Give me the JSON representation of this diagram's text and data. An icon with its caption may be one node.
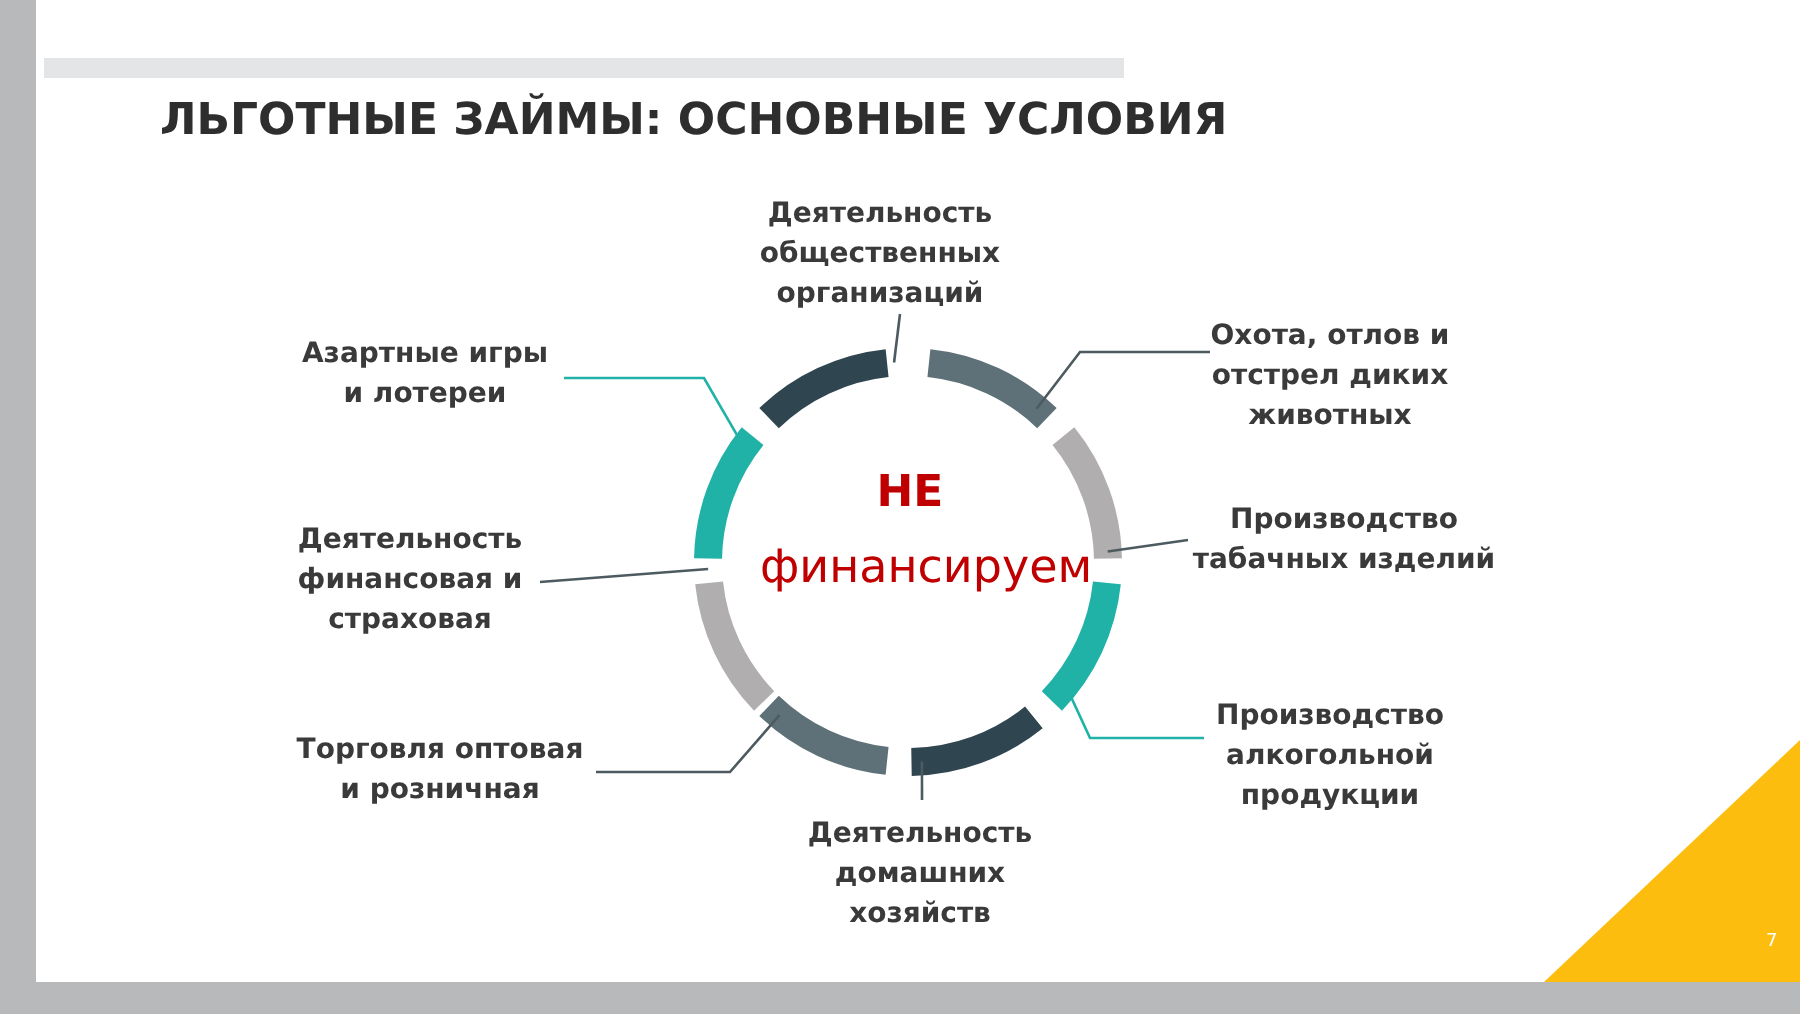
{
  "diagram": {
    "title": "ЛЬГОТНЫЕ ЗАЙМЫ: ОСНОВНЫЕ УСЛОВИЯ",
    "nodes": [
      {
        "text": [
          "НЕ",
          "финансируем"
        ]
      },
      {
        "text": [
          "Деятельность общественных организаций"
        ]
      },
      {
        "text": [
          "Азартные игры и лотереи"
        ]
      },
      {
        "text": [
          "Охота, отлов и отстрел диких животных"
        ]
      },
      {
        "text": [
          "Производство табачных изделий"
        ]
      },
      {
        "text": [
          "Деятельность финансовая и страховая"
        ]
      },
      {
        "text": [
          "Торговля оптовая и розничная"
        ]
      },
      {
        "text": [
          "Производство алкогольной продукции"
        ]
      },
      {
        "text": [
          "Деятельность домашних хозяйств"
        ]
      },
      {
        "text": [],
        "shape": "arc"
      },
      {
        "text": [],
        "shape": "arc"
      },
      {
        "text": [],
        "shape": "arc"
      },
      {
        "text": [],
        "shape": "arc"
      },
      {
        "text": [],
        "shape": "arc"
      },
      {
        "text": [],
        "shape": "arc"
      },
      {
        "text": [],
        "shape": "arc"
      },
      {
        "text": [],
        "shape": "arc"
      }
    ],
    "edges": [
      {
        "from": 1,
        "to": 9,
        "arrow": "none"
      },
      {
        "from": 3,
        "to": 10,
        "arrow": "none"
      },
      {
        "from": 4,
        "to": 11,
        "arrow": "none"
      },
      {
        "from": 7,
        "to": 12,
        "arrow": "none",
        "color": "#20b2a6"
      },
      {
        "from": 8,
        "to": 13,
        "arrow": "none"
      },
      {
        "from": 6,
        "to": 14,
        "arrow": "none"
      },
      {
        "from": 5,
        "to": 15,
        "arrow": "none"
      },
      {
        "from": 2,
        "to": 16,
        "arrow": "none",
        "color": "#20b2a6"
      }
    ],
    "labels": [
      "7"
    ]
  }
}
